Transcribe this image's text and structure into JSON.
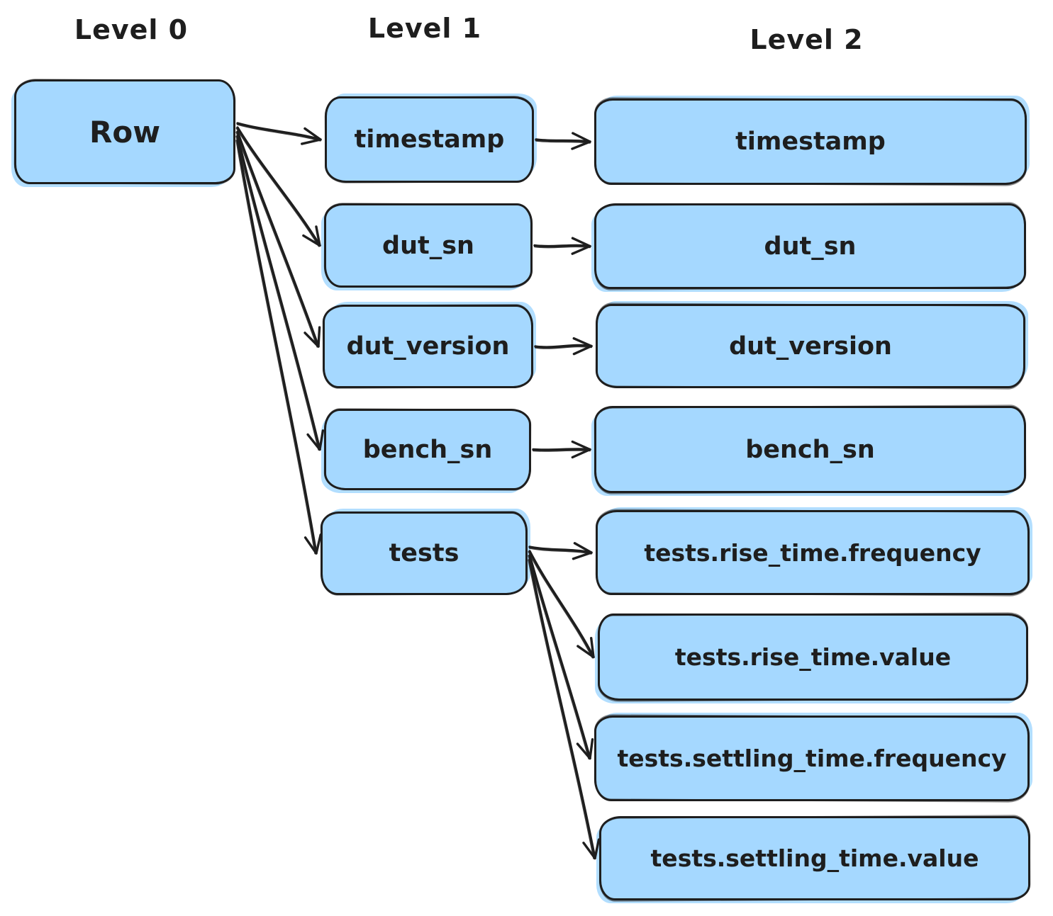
{
  "headers": {
    "level0": "Level 0",
    "level1": "Level 1",
    "level2": "Level 2"
  },
  "nodes": {
    "row": {
      "label": "Row",
      "level": 0
    },
    "l1_timestamp": {
      "label": "timestamp",
      "level": 1
    },
    "l1_dut_sn": {
      "label": "dut_sn",
      "level": 1
    },
    "l1_dut_version": {
      "label": "dut_version",
      "level": 1
    },
    "l1_bench_sn": {
      "label": "bench_sn",
      "level": 1
    },
    "l1_tests": {
      "label": "tests",
      "level": 1
    },
    "l2_timestamp": {
      "label": "timestamp",
      "level": 2
    },
    "l2_dut_sn": {
      "label": "dut_sn",
      "level": 2
    },
    "l2_dut_version": {
      "label": "dut_version",
      "level": 2
    },
    "l2_bench_sn": {
      "label": "bench_sn",
      "level": 2
    },
    "l2_rise_freq": {
      "label": "tests.rise_time.frequency",
      "level": 2
    },
    "l2_rise_val": {
      "label": "tests.rise_time.value",
      "level": 2
    },
    "l2_settle_freq": {
      "label": "tests.settling_time.frequency",
      "level": 2
    },
    "l2_settle_val": {
      "label": "tests.settling_time.value",
      "level": 2
    }
  },
  "edges": [
    {
      "from": "row",
      "to": "l1_timestamp"
    },
    {
      "from": "row",
      "to": "l1_dut_sn"
    },
    {
      "from": "row",
      "to": "l1_dut_version"
    },
    {
      "from": "row",
      "to": "l1_bench_sn"
    },
    {
      "from": "row",
      "to": "l1_tests"
    },
    {
      "from": "l1_timestamp",
      "to": "l2_timestamp"
    },
    {
      "from": "l1_dut_sn",
      "to": "l2_dut_sn"
    },
    {
      "from": "l1_dut_version",
      "to": "l2_dut_version"
    },
    {
      "from": "l1_bench_sn",
      "to": "l2_bench_sn"
    },
    {
      "from": "l1_tests",
      "to": "l2_rise_freq"
    },
    {
      "from": "l1_tests",
      "to": "l2_rise_val"
    },
    {
      "from": "l1_tests",
      "to": "l2_settle_freq"
    },
    {
      "from": "l1_tests",
      "to": "l2_settle_val"
    }
  ],
  "colors": {
    "node_fill": "#a5d8ff",
    "stroke": "#1e1e1e",
    "background": "#ffffff",
    "text": "#1e1e1e"
  }
}
